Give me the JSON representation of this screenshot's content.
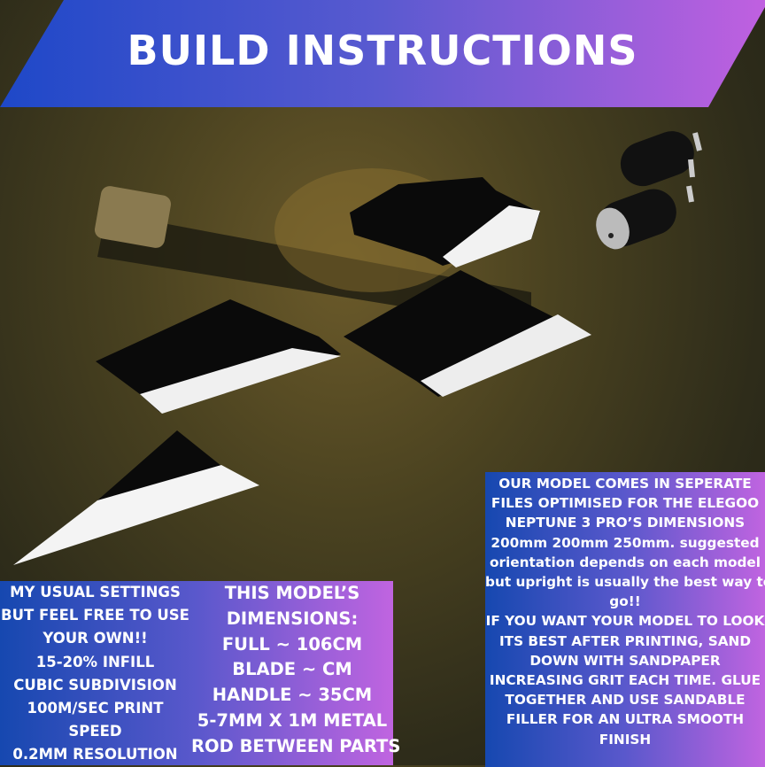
{
  "title": "BUILD INSTRUCTIONS",
  "settings": {
    "lines": [
      "MY USUAL SETTINGS",
      "BUT FEEL FREE TO USE",
      "YOUR OWN!!",
      "15-20% INFILL",
      "CUBIC SUBDIVISION",
      "100M/SEC PRINT",
      "SPEED",
      "0.2MM RESOLUTION"
    ]
  },
  "dimensions": {
    "lines": [
      "THIS MODEL’S",
      "DIMENSIONS:",
      "FULL ~ 106CM",
      "BLADE ~ CM",
      "HANDLE ~ 35CM",
      "5-7MM X 1M METAL",
      "ROD BETWEEN PARTS"
    ]
  },
  "notes": {
    "lines": [
      "OUR MODEL COMES IN SEPERATE",
      "FILES OPTIMISED FOR THE ELEGOO",
      "NEPTUNE 3 PRO’S DIMENSIONS",
      "200mm 200mm 250mm. suggested",
      "orientation depends on each model",
      "but upright is usually the best way to",
      "go!!",
      "IF YOU WANT YOUR MODEL TO LOOK",
      "ITS BEST AFTER PRINTING, SAND",
      "DOWN WITH SANDPAPER",
      "INCREASING GRIT EACH TIME. GLUE",
      "TOGETHER AND USE SANDABLE",
      "FILLER FOR AN ULTRA SMOOTH",
      "FINISH"
    ]
  },
  "colors": {
    "gradient_start": "#1648b0",
    "gradient_end": "#c064e0"
  }
}
